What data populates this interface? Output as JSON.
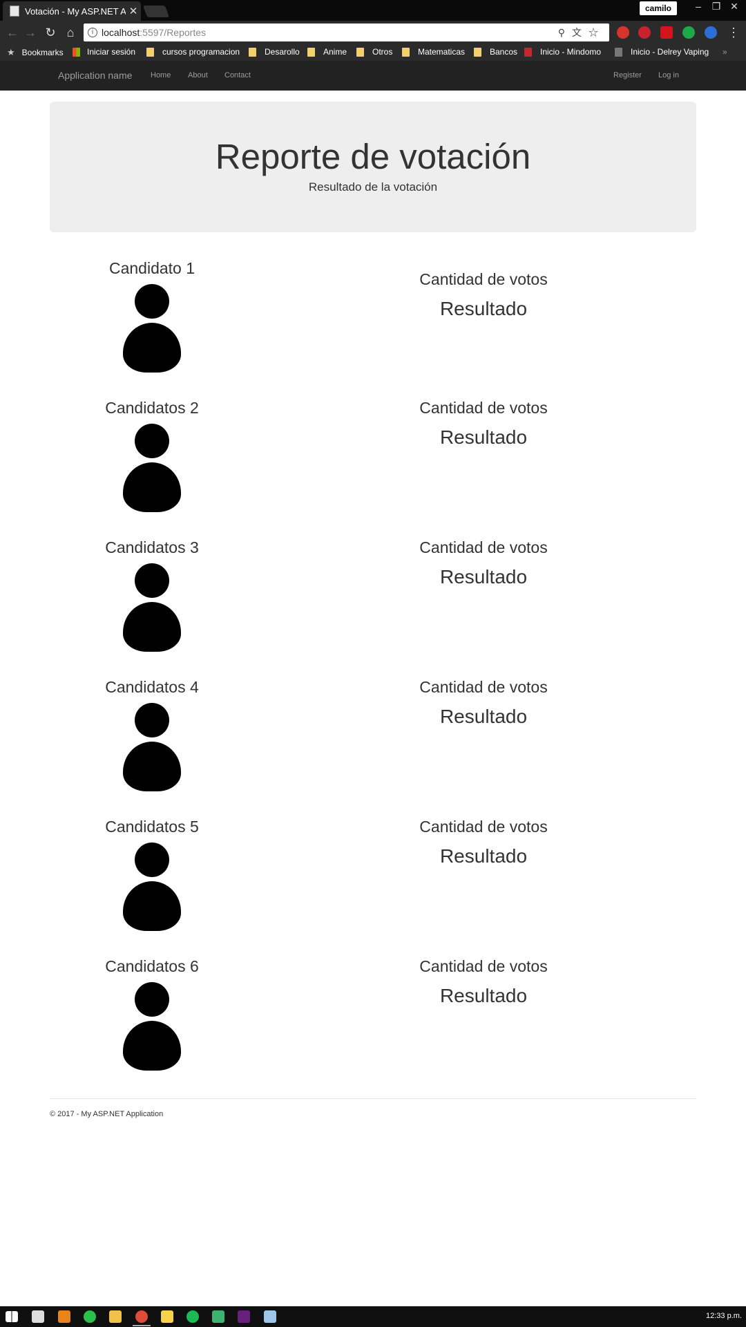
{
  "browser": {
    "tab_title": "Votación - My ASP.NET A",
    "profile": "camilo",
    "url_host": "localhost",
    "url_path": ":5597/Reportes",
    "bookmarks": [
      "Bookmarks",
      "Iniciar sesión",
      "cursos programacion",
      "Desarollo",
      "Anime",
      "Otros",
      "Matematicas",
      "Bancos",
      "Inicio - Mindomo",
      "Inicio - Delrey Vaping"
    ]
  },
  "navbar": {
    "brand": "Application name",
    "links": [
      "Home",
      "About",
      "Contact"
    ],
    "right_links": [
      "Register",
      "Log in"
    ]
  },
  "jumbotron": {
    "title": "Reporte de votación",
    "subtitle": "Resultado de la votación"
  },
  "candidates": [
    {
      "name": "Candidato 1",
      "votes_label": "Cantidad de votos",
      "result": "Resultado"
    },
    {
      "name": "Candidatos 2",
      "votes_label": "Cantidad de votos",
      "result": "Resultado"
    },
    {
      "name": "Candidatos 3",
      "votes_label": "Cantidad de votos",
      "result": "Resultado"
    },
    {
      "name": "Candidatos 4",
      "votes_label": "Cantidad de votos",
      "result": "Resultado"
    },
    {
      "name": "Candidatos 5",
      "votes_label": "Cantidad de votos",
      "result": "Resultado"
    },
    {
      "name": "Candidatos 6",
      "votes_label": "Cantidad de votos",
      "result": "Resultado"
    }
  ],
  "footer": {
    "text": "© 2017 - My ASP.NET Application"
  },
  "taskbar": {
    "clock": "12:33 p.m."
  }
}
